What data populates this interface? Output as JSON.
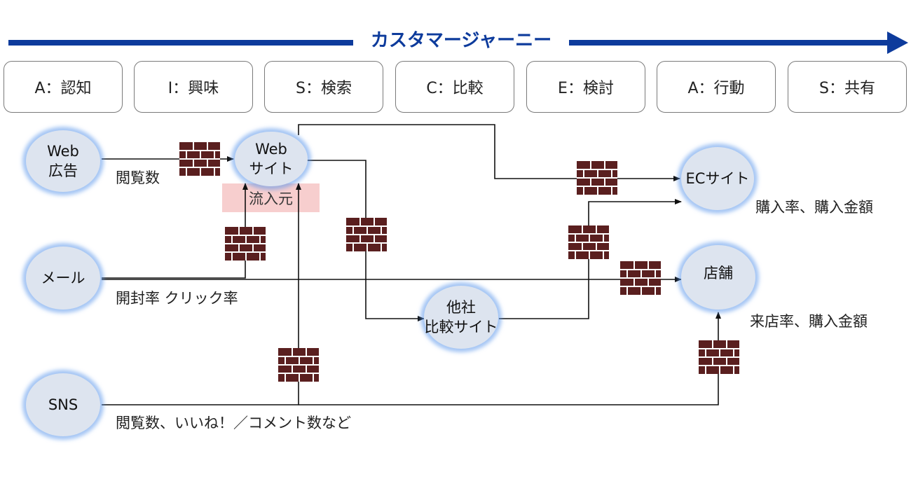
{
  "banner": {
    "title": "カスタマージャーニー",
    "color": "#0d3b9c"
  },
  "stages": [
    {
      "label": "A：認知"
    },
    {
      "label": "I：興味"
    },
    {
      "label": "S：検索"
    },
    {
      "label": "C：比較"
    },
    {
      "label": "E：検討"
    },
    {
      "label": "A：行動"
    },
    {
      "label": "S：共有"
    }
  ],
  "nodes": {
    "web_ad": {
      "line1": "Web",
      "line2": "広告"
    },
    "mail": {
      "line1": "メール"
    },
    "sns": {
      "line1": "SNS"
    },
    "website": {
      "line1": "Web",
      "line2": "サイト"
    },
    "compare_site": {
      "line1": "他社",
      "line2": "比較サイト"
    },
    "ec_site": {
      "line1": "ECサイト"
    },
    "store": {
      "line1": "店舗"
    }
  },
  "labels": {
    "inflow_source": "流入元",
    "web_ad_metric": "閲覧数",
    "mail_metric": "開封率  クリック率",
    "sns_metric": "閲覧数、いいね！／コメント数など",
    "ec_metric": "購入率、購入金額",
    "store_metric": "来店率、購入金額"
  },
  "colors": {
    "node_fill": "#dde4ef",
    "node_glow": "#5a96eb",
    "wall": "#5a1f1f",
    "highlight": "#f7c9c9",
    "arrow": "#111111"
  },
  "icons": {
    "barrier": "brick-wall-icon"
  }
}
